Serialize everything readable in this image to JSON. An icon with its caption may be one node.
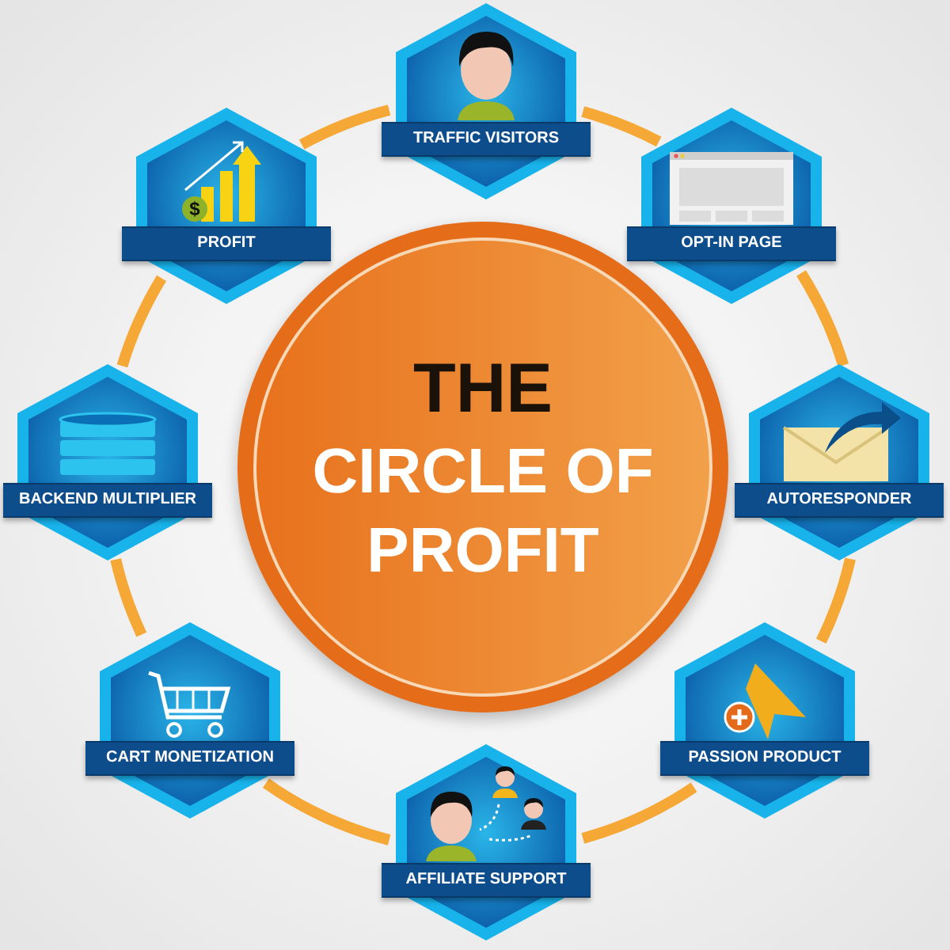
{
  "diagram": {
    "nodes": [
      {
        "text": [
          "THE",
          "CIRCLE OF PROFIT"
        ]
      },
      {
        "text": [
          "TRAFFIC VISITORS"
        ]
      },
      {
        "text": [
          "OPT-IN PAGE"
        ]
      },
      {
        "text": [
          "AUTORESPONDER"
        ]
      },
      {
        "text": [
          "PASSION PRODUCT"
        ]
      },
      {
        "text": [
          "AFFILIATE SUPPORT"
        ]
      },
      {
        "text": [
          "CART MONETIZATION"
        ]
      },
      {
        "text": [
          "BACKEND MULTIPLIER"
        ]
      },
      {
        "text": [
          "PROFIT"
        ]
      }
    ],
    "edges": [
      {
        "from": 1,
        "to": 2,
        "arrow": "none"
      },
      {
        "from": 2,
        "to": 3,
        "arrow": "none"
      },
      {
        "from": 3,
        "to": 4,
        "arrow": "none"
      },
      {
        "from": 4,
        "to": 5,
        "arrow": "none"
      },
      {
        "from": 5,
        "to": 6,
        "arrow": "none"
      },
      {
        "from": 6,
        "to": 7,
        "arrow": "none"
      },
      {
        "from": 7,
        "to": 8,
        "arrow": "none"
      },
      {
        "from": 8,
        "to": 1,
        "arrow": "none"
      }
    ],
    "labels": [
      "$"
    ]
  }
}
